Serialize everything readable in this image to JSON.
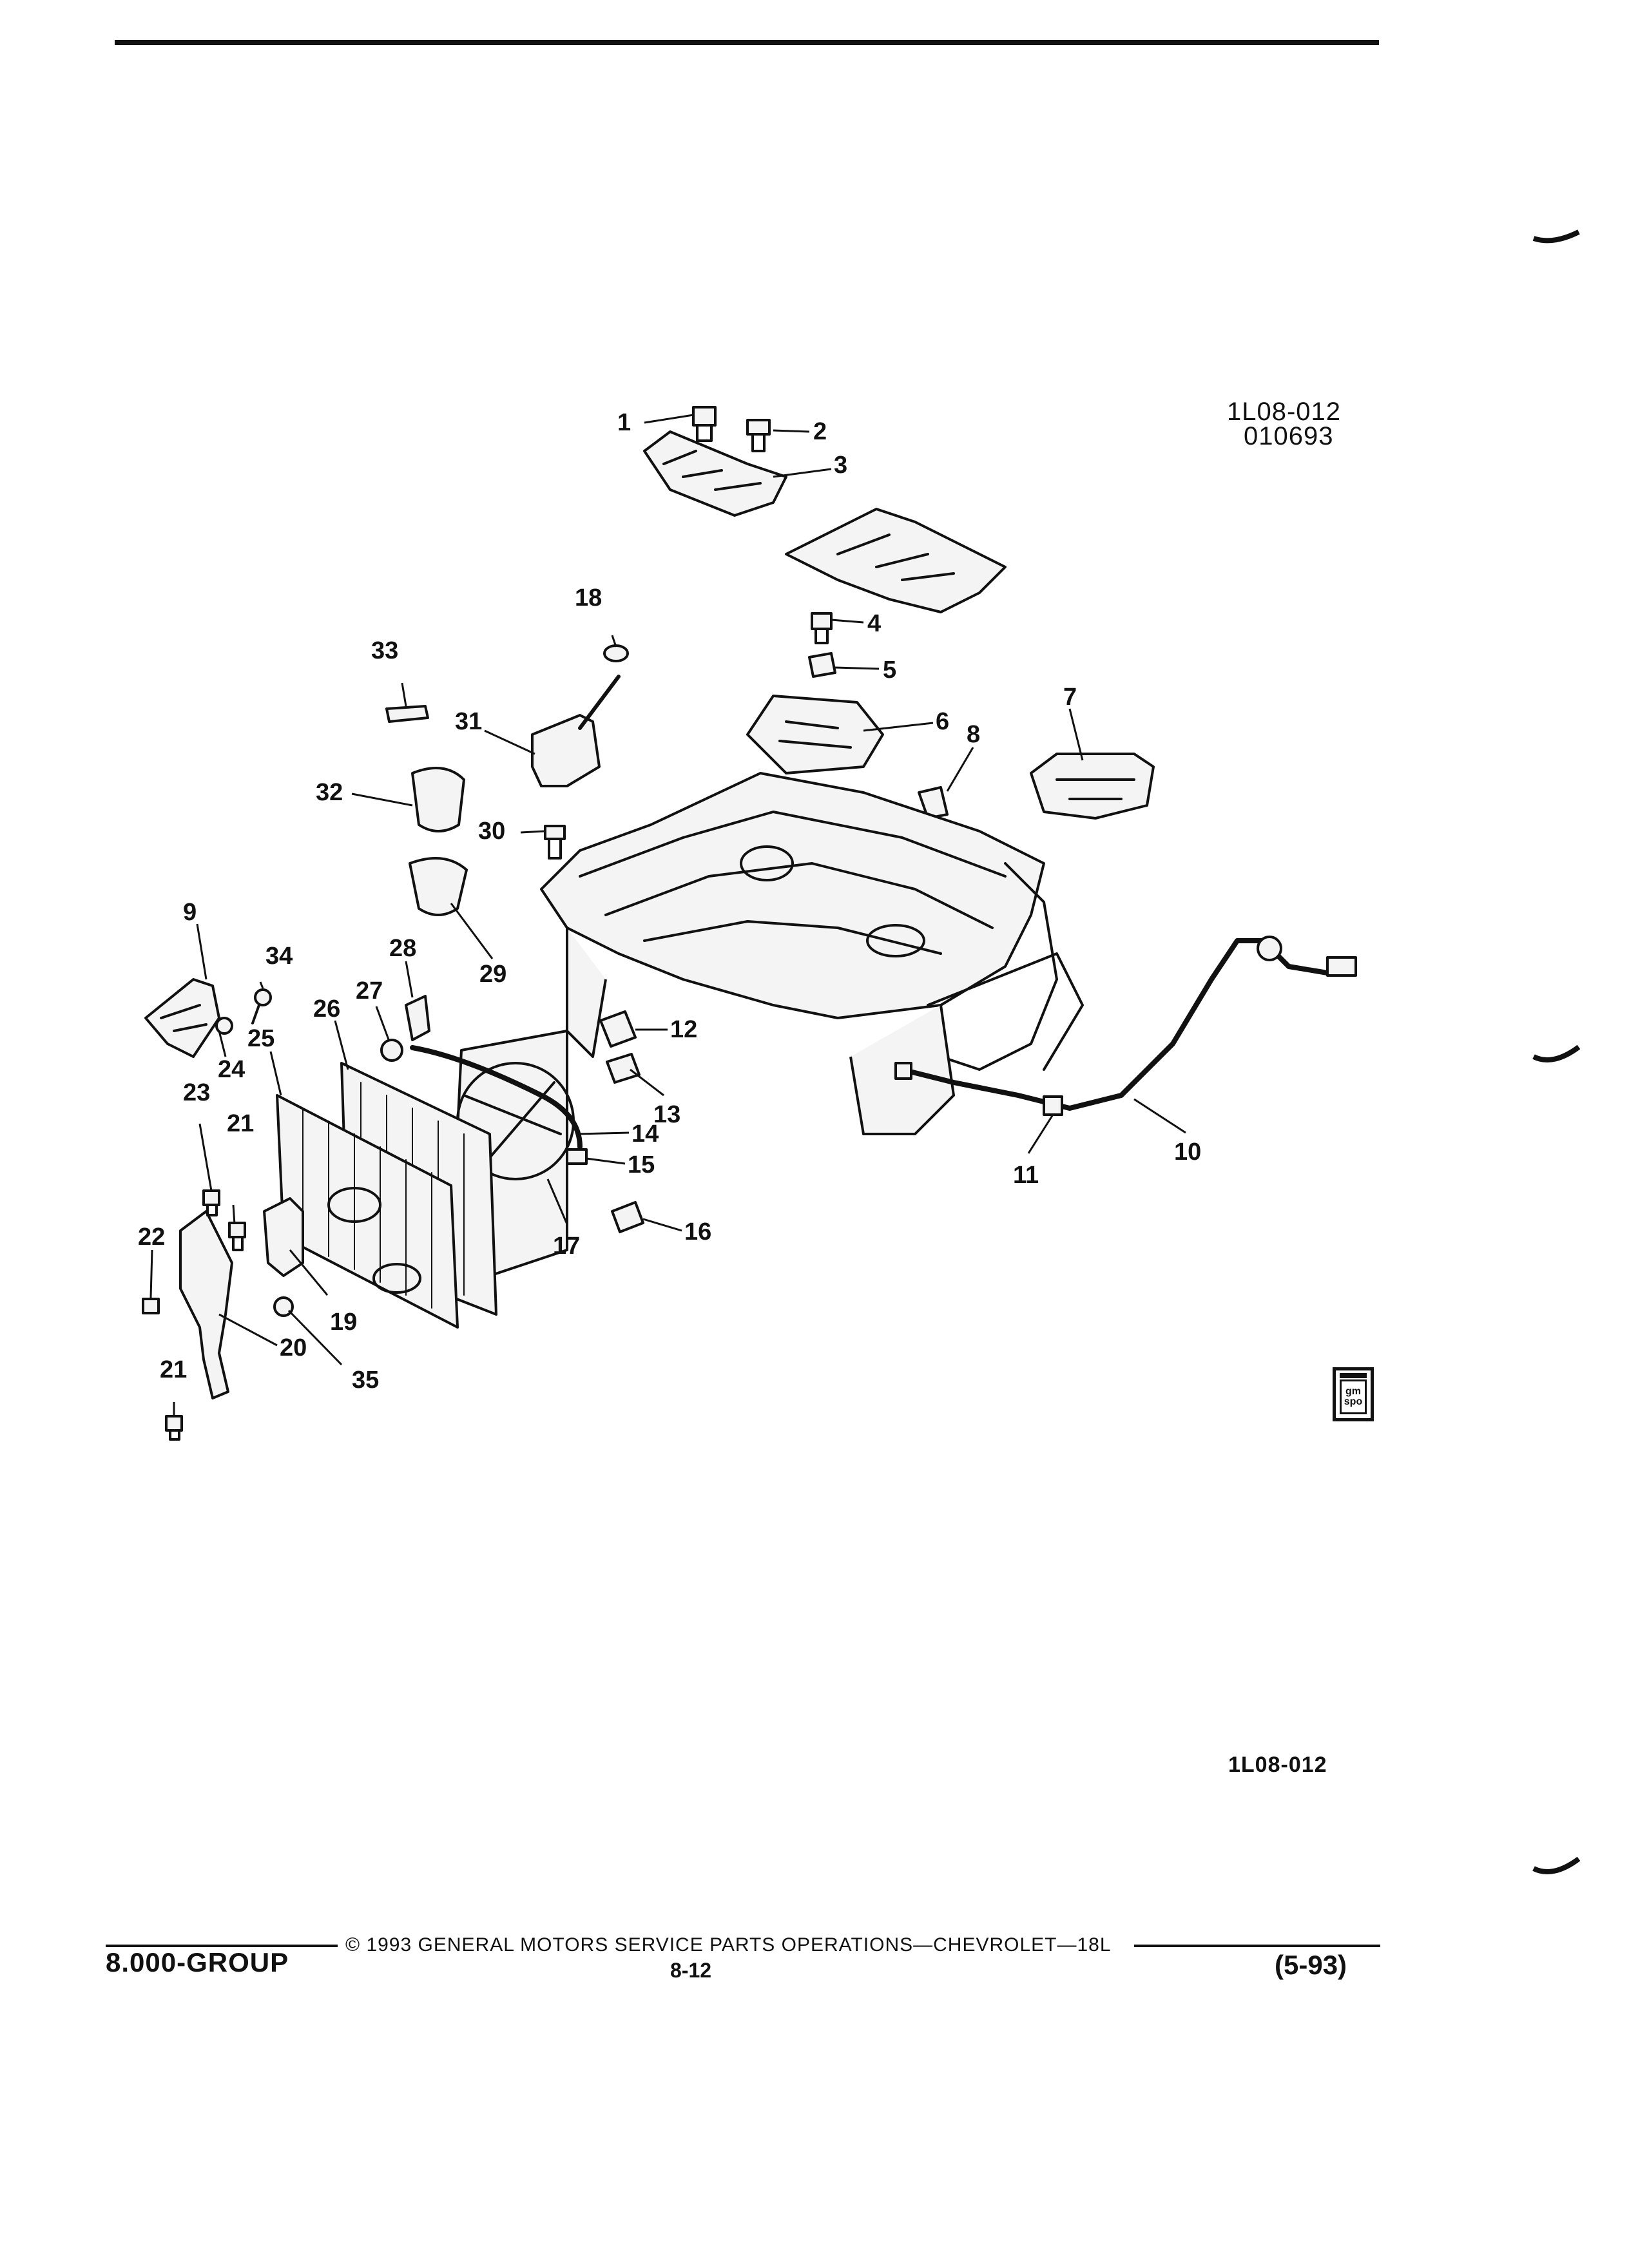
{
  "header": {
    "drawing_number": "1L08-012",
    "date_code": "010693"
  },
  "diagram": {
    "callouts": [
      "1",
      "2",
      "3",
      "4",
      "5",
      "6",
      "7",
      "8",
      "9",
      "10",
      "11",
      "12",
      "13",
      "14",
      "15",
      "16",
      "17",
      "18",
      "19",
      "20",
      "21",
      "21",
      "22",
      "23",
      "24",
      "25",
      "26",
      "27",
      "28",
      "29",
      "30",
      "31",
      "32",
      "33",
      "34",
      "35"
    ]
  },
  "bottom_code": "1L08-012",
  "logo": {
    "text_top": "gm",
    "text_bottom": "spo"
  },
  "footer": {
    "group": "8.000-GROUP",
    "copyright": "© 1993 GENERAL MOTORS SERVICE PARTS OPERATIONS—CHEVROLET—18L",
    "page": "8-12",
    "date": "(5-93)"
  }
}
